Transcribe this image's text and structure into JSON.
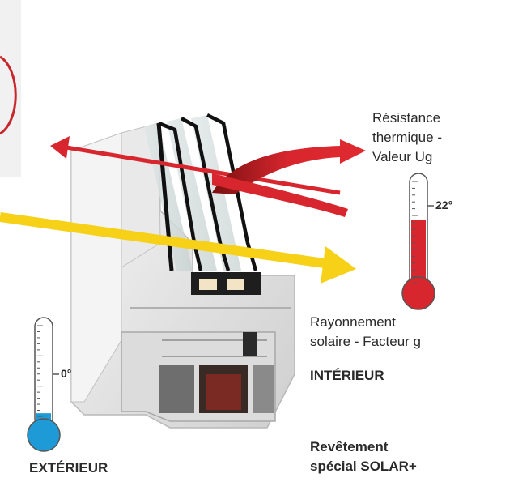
{
  "labels": {
    "resistance_line1": "Résistance",
    "resistance_line2": "thermique -",
    "resistance_line3": "Valeur Ug",
    "rayonnement_line1": "Rayonnement",
    "rayonnement_line2": "solaire - Facteur g",
    "interieur": "INTÉRIEUR",
    "exterieur": "EXTÉRIEUR",
    "revetement_line1": "Revêtement",
    "revetement_line2": "spécial SOLAR+"
  },
  "thermometers": {
    "inside": {
      "value_label": "22°",
      "fill_level": 0.62,
      "color": "#d8262e"
    },
    "outside": {
      "value_label": "0°",
      "fill_level": 0.12,
      "color": "#1e9ad6"
    }
  },
  "colors": {
    "heat_arrow": "#d8262e",
    "solar_arrow": "#f7d117",
    "frame": "#eeeeee",
    "text": "#2a2a2a"
  }
}
